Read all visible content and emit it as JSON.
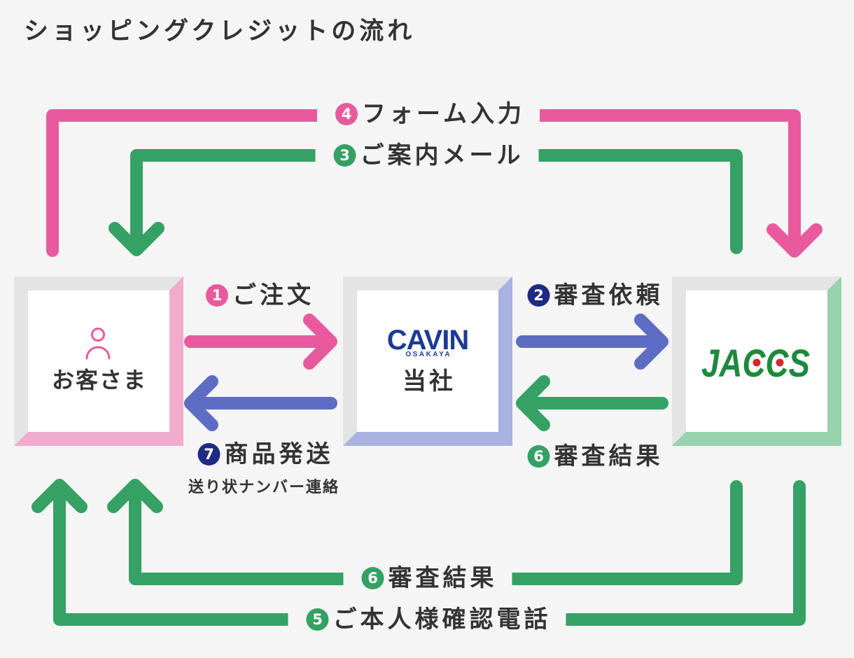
{
  "title": "ショッピングクレジットの流れ",
  "colors": {
    "bg": "#f5f5f5",
    "text": "#333333",
    "pink": "#e85a9d",
    "green": "#35a164",
    "blue": "#5e6dc4",
    "navy": "#1f2a85",
    "frame": "#e4e4e4",
    "customer_frame": "#f1abcd",
    "company_frame": "#a8b1df",
    "credit_frame": "#98d3ae",
    "cavin_navy": "#1d3a94",
    "jaccs_green": "#1c8a3d",
    "jaccs_red": "#d7262e"
  },
  "parties": {
    "customer": {
      "icon": "person-icon",
      "label": "お客さま"
    },
    "company": {
      "logo": {
        "main": "CAVIN",
        "sub": "OSAKAYA"
      },
      "label": "当社"
    },
    "credit_company": {
      "logo": "JACCS"
    }
  },
  "flows": {
    "order": {
      "num": "1",
      "label": "ご注文"
    },
    "review_request": {
      "num": "2",
      "label": "審査依頼"
    },
    "guide_mail": {
      "num": "3",
      "label": "ご案内メール"
    },
    "form_input": {
      "num": "4",
      "label": "フォーム入力"
    },
    "identity_call": {
      "num": "5",
      "label": "ご本人様確認電話"
    },
    "review_result_to_company": {
      "num": "6",
      "label": "審査結果"
    },
    "review_result_to_customer": {
      "num": "6",
      "label": "審査結果"
    },
    "shipment": {
      "num": "7",
      "label": "商品発送",
      "note": "送り状ナンバー連絡"
    }
  }
}
